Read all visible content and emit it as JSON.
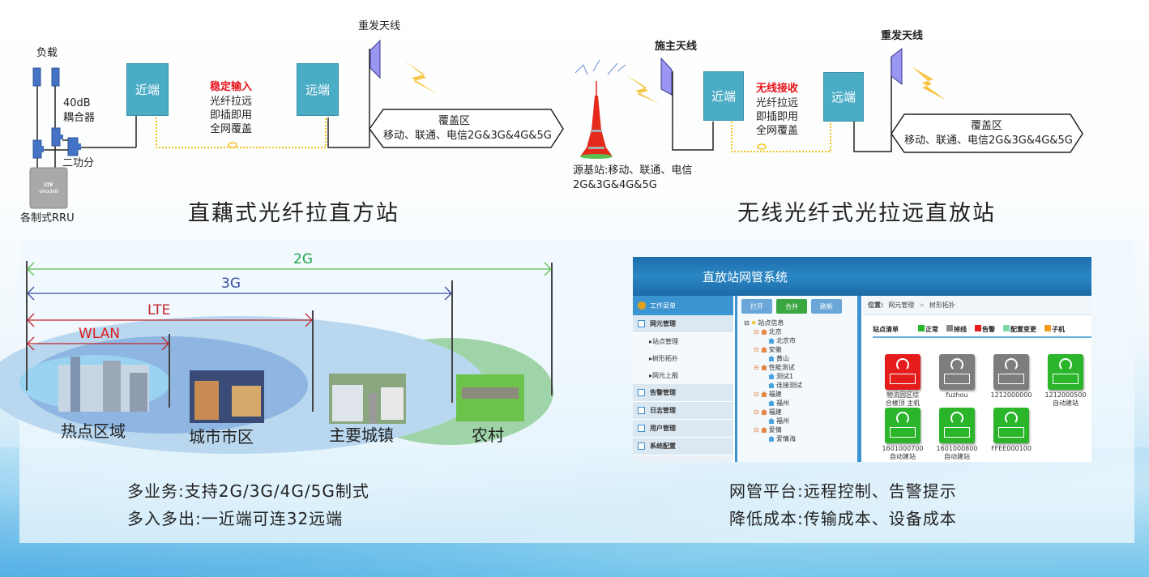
{
  "diagram1": {
    "title": "直藕式光纤拉直方站",
    "load_label": "负载",
    "coupler_label_1": "40dB",
    "coupler_label_2": "耦合器",
    "splitter_label": "二功分",
    "rru_label": "各制式RRU",
    "rru_device_text": "LTE eNodeB",
    "near_end": "近端",
    "far_end": "远端",
    "feature_title": "稳定输入",
    "features": [
      "光纤拉远",
      "即插即用",
      "全网覆盖"
    ],
    "antenna_label": "重发天线",
    "coverage_title": "覆盖区",
    "coverage_detail": "移动、联通、电信2G&3G&4G&5G"
  },
  "diagram2": {
    "title": "无线光纤式光拉远直放站",
    "source_line1": "源基站:移动、联通、电信",
    "source_line2": "2G&3G&4G&5G",
    "donor_antenna_label": "施主天线",
    "near_end": "近端",
    "far_end": "远端",
    "feature_title": "无线接收",
    "features": [
      "光纤拉远",
      "即插即用",
      "全网覆盖"
    ],
    "antenna_label": "重发天线",
    "coverage_title": "覆盖区",
    "coverage_detail": "移动、联通、电信2G&3G&4G&5G"
  },
  "coverage": {
    "ranges": [
      {
        "label": "2G",
        "color": "#3cb043"
      },
      {
        "label": "3G",
        "color": "#3a4da0"
      },
      {
        "label": "LTE",
        "color": "#c0262d"
      },
      {
        "label": "WLAN",
        "color": "#c0262d"
      }
    ],
    "areas": [
      "热点区域",
      "城市市区",
      "主要城镇",
      "农村"
    ],
    "bullets": [
      "多业务:支持2G/3G/4G/5G制式",
      "多入多出:一近端可连32远端"
    ]
  },
  "nms": {
    "title": "直放站网管系统",
    "menu_header": "工作菜单",
    "menu": [
      {
        "label": "网元管理",
        "children": [
          "站点管理",
          "树形拓扑",
          "网元上报"
        ]
      },
      {
        "label": "告警管理"
      },
      {
        "label": "日志管理"
      },
      {
        "label": "用户管理"
      },
      {
        "label": "系统配置"
      }
    ],
    "buttons": {
      "open": "打开",
      "merge": "合并",
      "refresh": "刷新"
    },
    "tree": {
      "root": "站点信息",
      "nodes": [
        {
          "label": "北京",
          "child": "北京市"
        },
        {
          "label": "安徽",
          "child": "黄山"
        },
        {
          "label": "性能测试",
          "child": "测试1",
          "child2": "连接测试"
        },
        {
          "label": "福建",
          "child": "福州"
        },
        {
          "label": "福建",
          "child": "福州"
        },
        {
          "label": "爱情",
          "child": "爱情海"
        }
      ]
    },
    "breadcrumb": {
      "prefix": "位置:",
      "path1": "网元管理",
      "sep": ">",
      "path2": "树形拓扑"
    },
    "list_title": "站点清单",
    "legend": [
      {
        "label": "正常",
        "color": "#2bb52b"
      },
      {
        "label": "掉线",
        "color": "#8a8a8a"
      },
      {
        "label": "告警",
        "color": "#e51c1c"
      },
      {
        "label": "配置变更",
        "color": "#7fd6a6"
      },
      {
        "label": "子机",
        "color": "#f39a1c"
      }
    ],
    "devices": [
      {
        "id": "物流园区综",
        "sub": "合楼顶 主机",
        "status": "alarm",
        "color": "#e51c1c"
      },
      {
        "id": "fuzhou",
        "sub": "",
        "status": "offline",
        "color": "#7d7d7d"
      },
      {
        "id": "1212000000",
        "sub": "",
        "status": "offline",
        "color": "#7d7d7d"
      },
      {
        "id": "1212000500",
        "sub": "自动建站",
        "status": "normal",
        "color": "#2bb52b"
      },
      {
        "id": "1601000700",
        "sub": "自动建站",
        "status": "normal",
        "color": "#2bb52b"
      },
      {
        "id": "1601000800",
        "sub": "自动建站",
        "status": "normal",
        "color": "#2bb52b"
      },
      {
        "id": "FFEE000100",
        "sub": "",
        "status": "normal",
        "color": "#2bb52b"
      }
    ],
    "bullets": [
      "网管平台:远程控制、告警提示",
      "降低成本:传输成本、设备成本"
    ]
  }
}
